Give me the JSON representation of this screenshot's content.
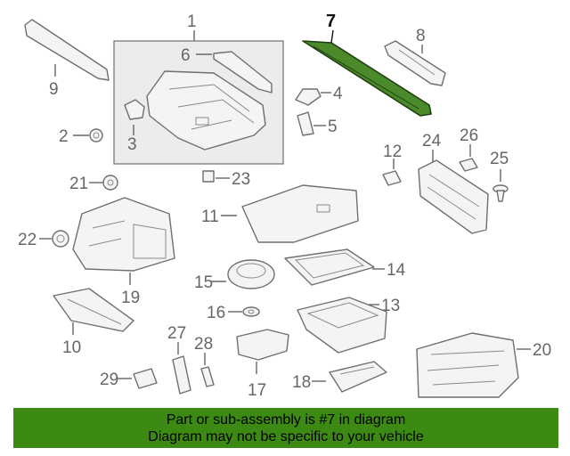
{
  "callouts": {
    "c1": "1",
    "c2": "2",
    "c3": "3",
    "c4": "4",
    "c5": "5",
    "c6": "6",
    "c7": "7",
    "c8": "8",
    "c9": "9",
    "c10": "10",
    "c11": "11",
    "c12": "12",
    "c13": "13",
    "c14": "14",
    "c15": "15",
    "c16": "16",
    "c17": "17",
    "c18": "18",
    "c19": "19",
    "c20": "20",
    "c21": "21",
    "c22": "22",
    "c23": "23",
    "c24": "24",
    "c25": "25",
    "c26": "26",
    "c27": "27",
    "c28": "28",
    "c29": "29"
  },
  "highlighted_part": "7",
  "colors": {
    "highlight": "#4a8a2a",
    "banner": "#3c8a14"
  },
  "banner": {
    "line1": "Part or sub-assembly is #7 in diagram",
    "line2": "Diagram may not be specific to your vehicle"
  }
}
